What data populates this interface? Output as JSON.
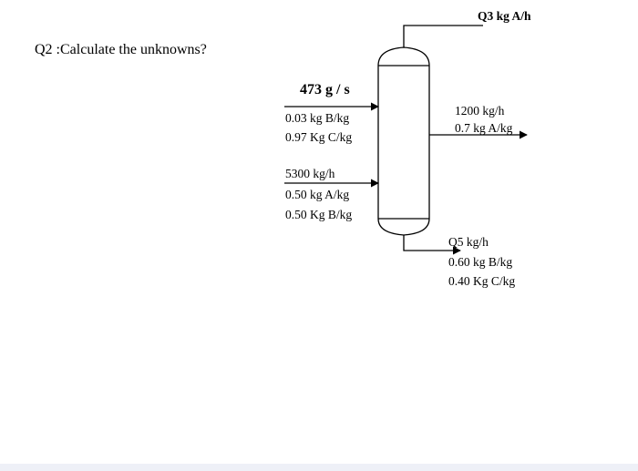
{
  "question": "Q2 :Calculate the unknowns?",
  "diagram": {
    "feed1": {
      "flow": "473 g / s",
      "comp1": "0.03 kg B/kg",
      "comp2": "0.97 Kg C/kg"
    },
    "feed2": {
      "flow": "5300 kg/h",
      "comp1": "0.50 kg A/kg",
      "comp2": "0.50 Kg B/kg"
    },
    "top": {
      "label": "Q3 kg A/h"
    },
    "side": {
      "flow": "1200 kg/h",
      "comp1": "0.7 kg A/kg"
    },
    "bottom": {
      "flow": "Q5 kg/h",
      "comp1": "0.60 kg B/kg",
      "comp2": "0.40 Kg C/kg"
    }
  }
}
